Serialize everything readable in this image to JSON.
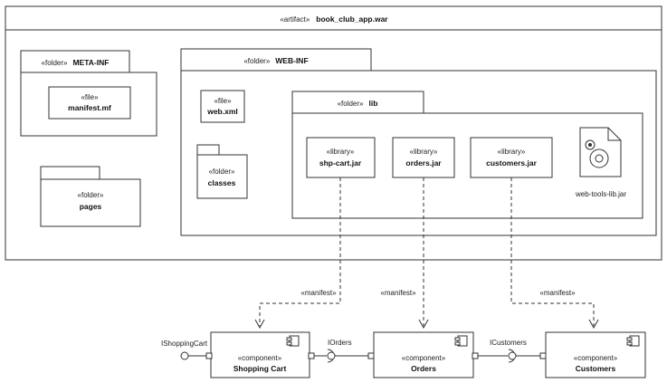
{
  "artifact": {
    "stereotype": "«artifact»",
    "name": "book_club_app.war"
  },
  "meta_inf": {
    "stereotype": "«folder»",
    "name": "META-INF",
    "file": {
      "stereotype": "«file»",
      "name": "manifest.mf"
    }
  },
  "pages": {
    "stereotype": "«folder»",
    "name": "pages"
  },
  "web_inf": {
    "stereotype": "«folder»",
    "name": "WEB-INF",
    "web_xml": {
      "stereotype": "«file»",
      "name": "web.xml"
    },
    "classes": {
      "stereotype": "«folder»",
      "name": "classes"
    },
    "lib": {
      "stereotype": "«folder»",
      "name": "lib",
      "libraries": [
        {
          "stereotype": "«library»",
          "name": "shp-cart.jar"
        },
        {
          "stereotype": "«library»",
          "name": "orders.jar"
        },
        {
          "stereotype": "«library»",
          "name": "customers.jar"
        }
      ],
      "web_tools": {
        "name": "web-tools-lib.jar",
        "icon": "document-gear-icon"
      }
    }
  },
  "manifest_label": "«manifest»",
  "components": [
    {
      "stereotype": "«component»",
      "name": "Shopping Cart"
    },
    {
      "stereotype": "«component»",
      "name": "Orders"
    },
    {
      "stereotype": "«component»",
      "name": "Customers"
    }
  ],
  "interfaces": {
    "shopping_cart": "IShoppingCart",
    "orders": "IOrders",
    "customers": "ICustomers"
  }
}
